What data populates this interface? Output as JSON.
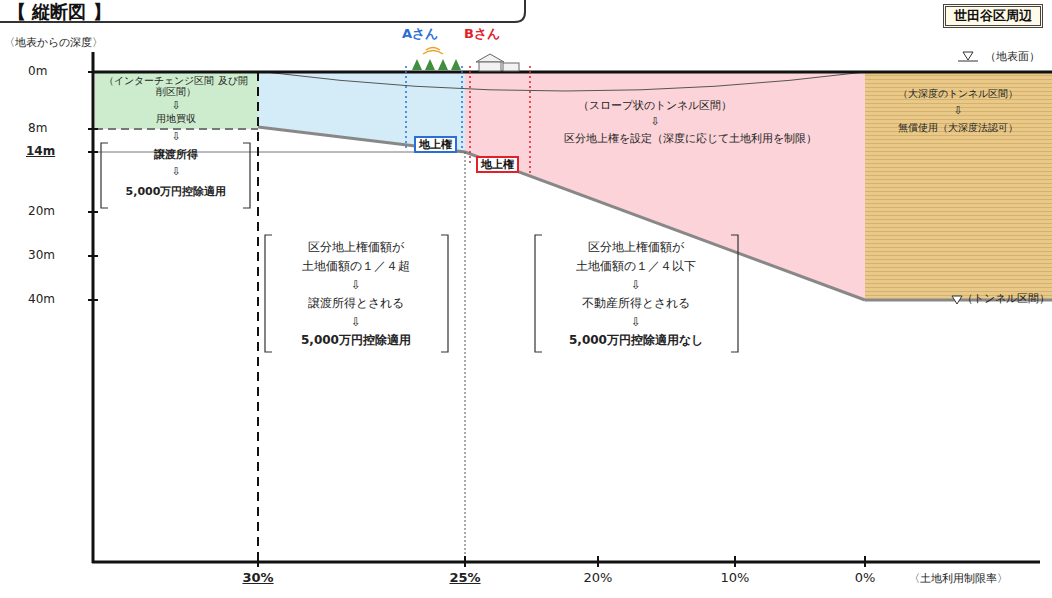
{
  "diagram": {
    "title": "【 縦断図 】",
    "nodes": [
      {
        "text": [
          "世田谷区周辺"
        ]
      },
      {
        "text": [
          "地上権"
        ]
      },
      {
        "text": [
          "地上権"
        ]
      }
    ],
    "labels": [
      "〈地表からの深度〉",
      "0m",
      "8m",
      "14m",
      "20m",
      "30m",
      "40m",
      "30%",
      "25%",
      "20%",
      "10%",
      "0%",
      "〈土地利用制限率〉",
      "Aさん",
      "Bさん",
      "（地表面）",
      "（インターチェンジ区間 及び開削区間）",
      "⇩",
      "用地買収",
      "⇩",
      "譲渡所得",
      "⇩",
      "5,000万円控除適用",
      "（スロープ状のトンネル区間）",
      "⇩",
      "区分地上権を設定（深度に応じて土地利用を制限）",
      "（大深度のトンネル区間）",
      "⇩",
      "無償使用（大深度法認可）",
      "区分地上権価額が",
      "土地価額の１／４超",
      "⇩",
      "譲渡所得とされる",
      "⇩",
      "5,000万円控除適用",
      "区分地上権価額が",
      "土地価額の１／４以下",
      "⇩",
      "不動産所得とされる",
      "⇩",
      "5,000万円控除適用なし",
      "（トンネル区間）"
    ]
  }
}
